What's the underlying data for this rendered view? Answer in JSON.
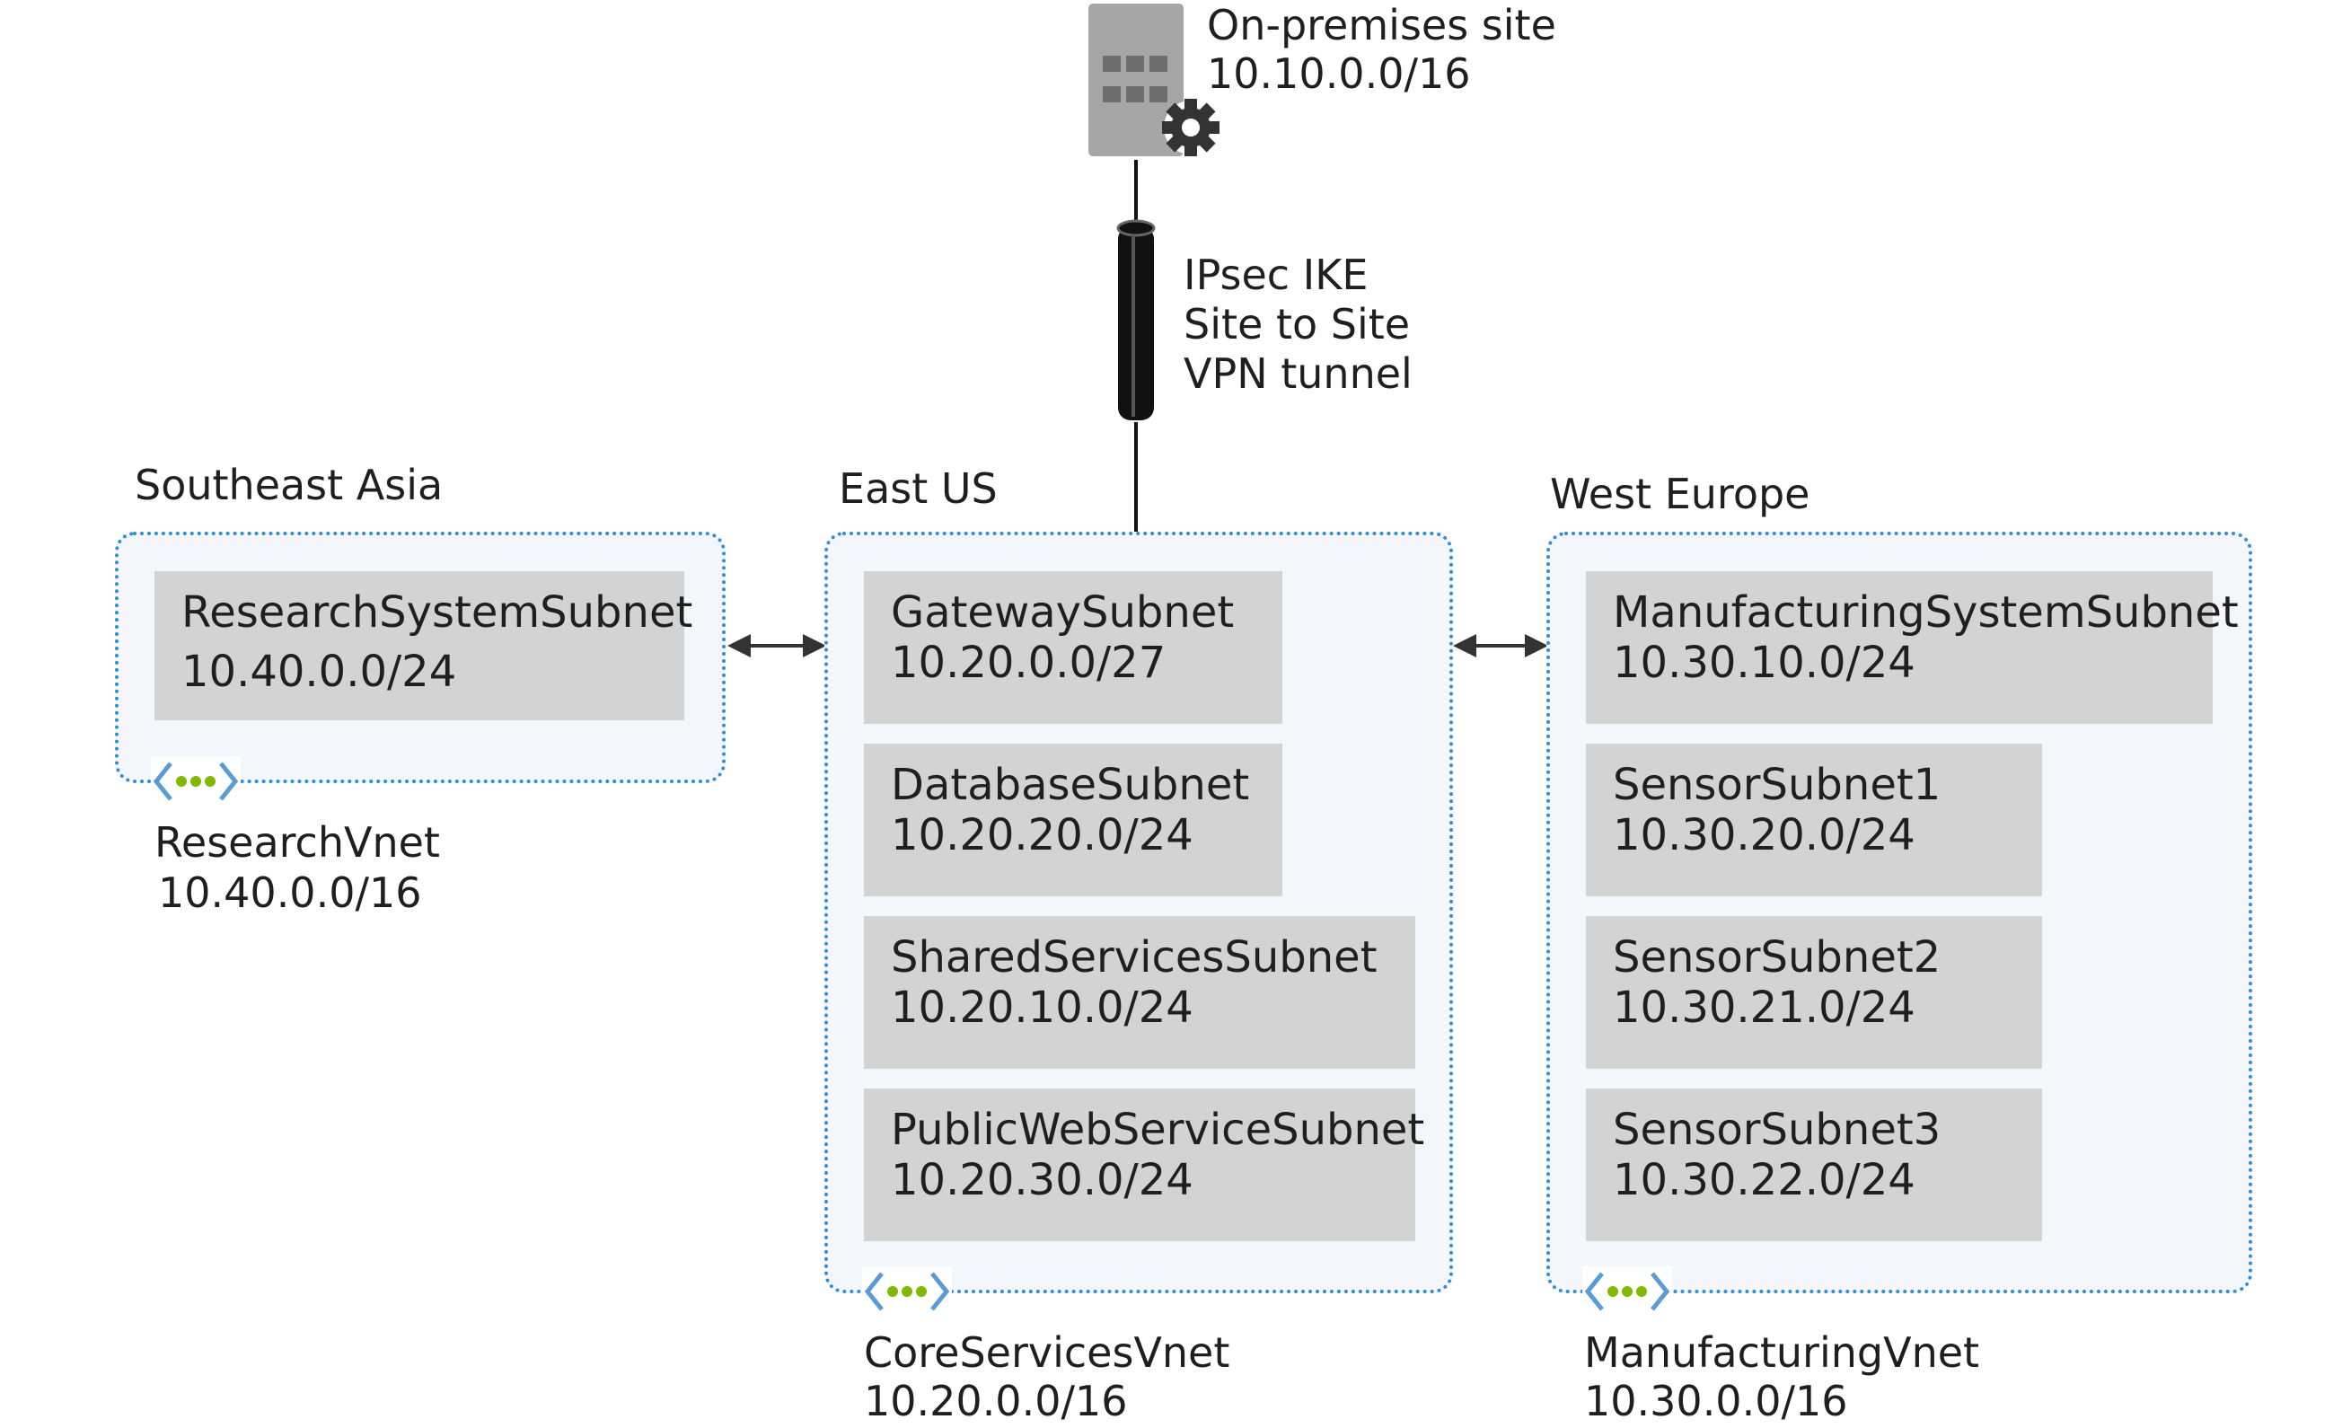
{
  "onprem": {
    "name": "On-premises site",
    "cidr": "10.10.0.0/16"
  },
  "vpn": {
    "line1": "IPsec IKE",
    "line2": "Site to Site",
    "line3": "VPN tunnel"
  },
  "regions": {
    "southeast_asia": {
      "label": "Southeast Asia",
      "vnet_name": "ResearchVnet",
      "vnet_cidr": "10.40.0.0/16",
      "subnets": [
        {
          "name": "ResearchSystemSubnet",
          "cidr": "10.40.0.0/24"
        }
      ]
    },
    "east_us": {
      "label": "East US",
      "vnet_name": "CoreServicesVnet",
      "vnet_cidr": "10.20.0.0/16",
      "subnets": [
        {
          "name": "GatewaySubnet",
          "cidr": "10.20.0.0/27"
        },
        {
          "name": "DatabaseSubnet",
          "cidr": "10.20.20.0/24"
        },
        {
          "name": "SharedServicesSubnet",
          "cidr": "10.20.10.0/24"
        },
        {
          "name": "PublicWebServiceSubnet",
          "cidr": "10.20.30.0/24"
        }
      ]
    },
    "west_europe": {
      "label": "West Europe",
      "vnet_name": "ManufacturingVnet",
      "vnet_cidr": "10.30.0.0/16",
      "subnets": [
        {
          "name": "ManufacturingSystemSubnet",
          "cidr": "10.30.10.0/24"
        },
        {
          "name": "SensorSubnet1",
          "cidr": "10.30.20.0/24"
        },
        {
          "name": "SensorSubnet2",
          "cidr": "10.30.21.0/24"
        },
        {
          "name": "SensorSubnet3",
          "cidr": "10.30.22.0/24"
        }
      ]
    }
  },
  "icons": {
    "onprem": "building-gear-icon",
    "vnet": "virtual-network-icon",
    "tunnel": "vpn-tunnel-icon",
    "peering": "bidirectional-arrow-icon"
  },
  "colors": {
    "vnet_border": "#2f8fd0",
    "vnet_fill": "#f3f7fb",
    "subnet_fill": "#d3d3d3",
    "vnet_icon_dots": "#7fba00",
    "vnet_icon_brackets": "#5b9bd5",
    "building": "#a6a6a6"
  }
}
